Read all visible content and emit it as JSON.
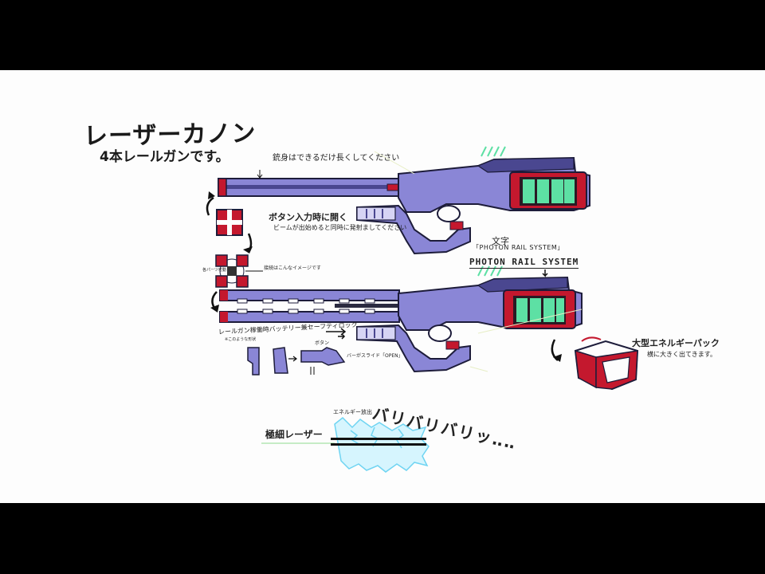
{
  "sheet": {
    "title": "レーザーカノン",
    "subtitle": "4本レールガンです。",
    "notes": {
      "top_barrel": "銃身はできるだけ長くしてください",
      "button_open": "ボタン入力時に開く",
      "beam_note": "ビームが出始めると同時に発射ましてください",
      "text_label": "文字",
      "text_value": "「PHOTON RAIL SYSTEM」",
      "logo": "PHOTON RAIL SYSTEM",
      "detail_note": "接続はこんなイメージです",
      "side_note": "各パーツ可動",
      "rail_note": "レールガン稼働時バッテリー兼セーフティロック",
      "rail_subnote": "※このような形状",
      "open_note": "バーがスライド「OPEN」",
      "vul_note": "ボタン",
      "pack_title": "大型エネルギーパック",
      "pack_note": "横に大きく出てきます。",
      "fine_laser": "極細レーザー",
      "effect_small": "エネルギー放出",
      "sfx": "バリバリバリッ‥‥"
    }
  },
  "colors": {
    "body": "#8a86d6",
    "body_dark": "#4a4790",
    "red": "#c4182e",
    "green": "#5de0a4",
    "outline": "#1d1c3a",
    "spark": "#6fd4f2",
    "spark_light": "#bdf0ff",
    "background": "#fdfdfd",
    "frame": "#000000"
  }
}
